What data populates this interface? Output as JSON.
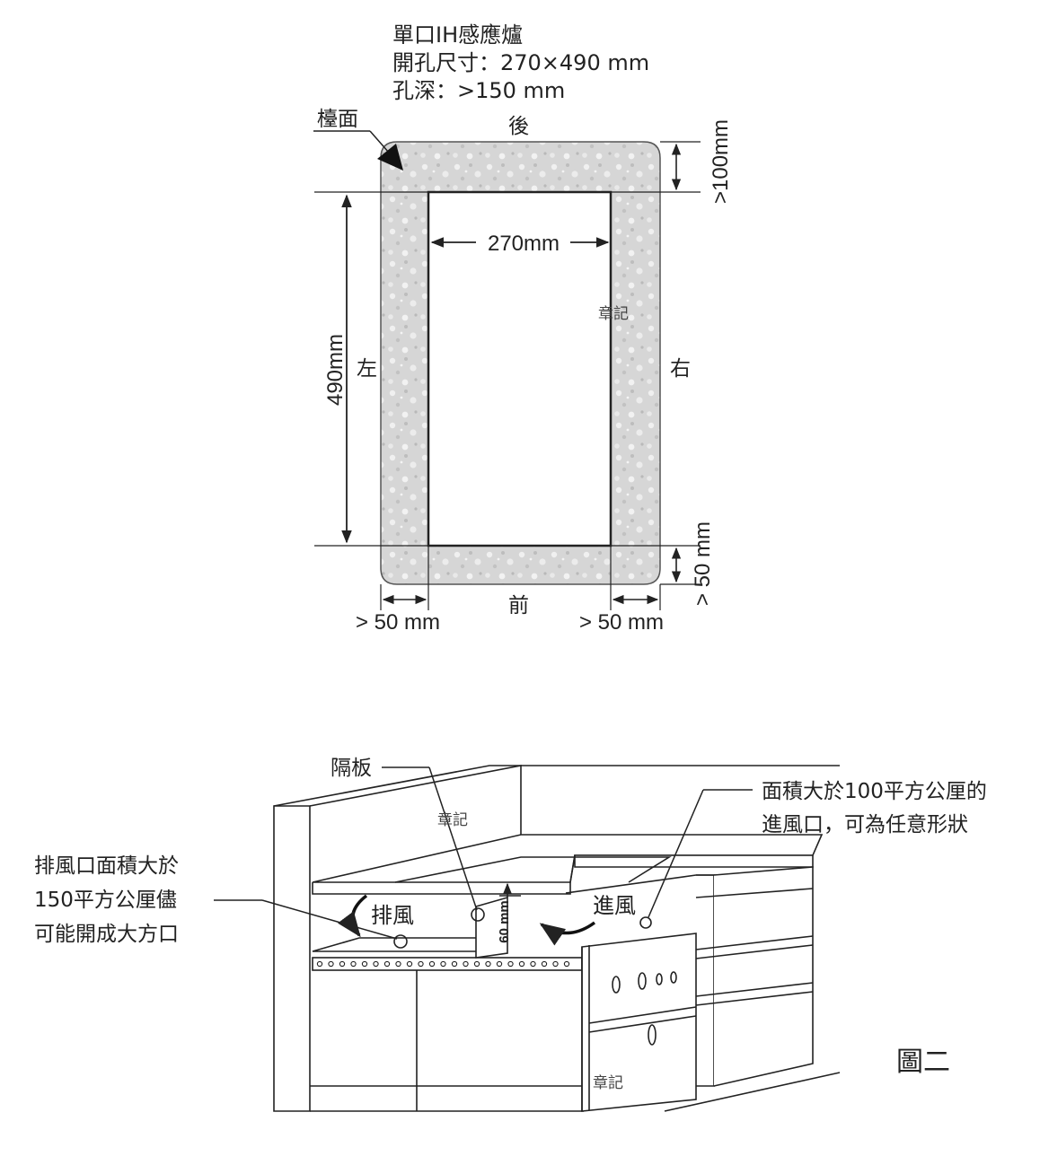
{
  "top_diagram": {
    "title_lines": [
      "單口IH感應爐",
      "開孔尺寸：270×490 mm",
      "孔深：>150 mm"
    ],
    "countertop_label": "檯面",
    "side_back": "後",
    "side_front": "前",
    "side_left": "左",
    "side_right": "右",
    "dim_width": "270mm",
    "dim_height": "490mm",
    "dim_back_clearance": ">100mm",
    "dim_front_clearance": "> 50 mm",
    "dim_left_clearance": "> 50 mm",
    "dim_right_clearance": "> 50 mm",
    "watermark": "章記"
  },
  "bottom_diagram": {
    "partition_label": "隔板",
    "intake_note_lines": [
      "面積大於100平方公厘的",
      "進風口，可為任意形狀"
    ],
    "exhaust_note_lines": [
      "排風口面積大於",
      "150平方公厘儘",
      "可能開成大方口"
    ],
    "exhaust_label": "排風",
    "intake_label": "進風",
    "gap_label": "60 mm",
    "figure_label": "圖二",
    "watermark_1": "章記",
    "watermark_2": "章記"
  },
  "colors": {
    "stone": "#d4d4d4",
    "stone_speckle": "#eeeeee",
    "line": "#222222"
  }
}
